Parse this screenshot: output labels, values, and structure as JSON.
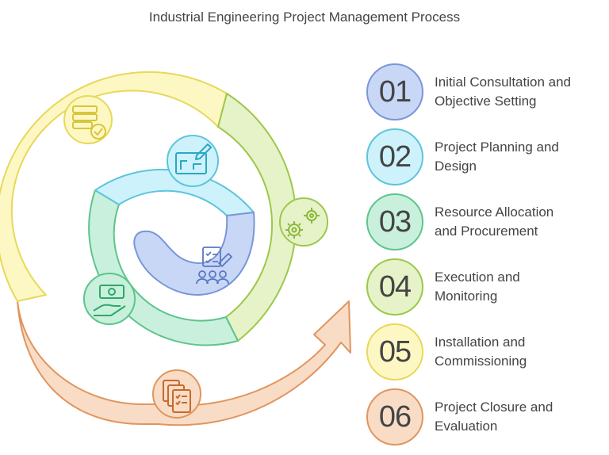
{
  "title": "Industrial Engineering Project Management Process",
  "steps": [
    {
      "number": "01",
      "line1": "Initial Consultation and",
      "line2": "Objective Setting",
      "fill": "#c9d7f6",
      "stroke": "#7a96d8"
    },
    {
      "number": "02",
      "line1": "Project Planning and",
      "line2": "Design",
      "fill": "#cdf2fb",
      "stroke": "#5fc4dc"
    },
    {
      "number": "03",
      "line1": "Resource Allocation",
      "line2": "and Procurement",
      "fill": "#c9f0dc",
      "stroke": "#5ec48c"
    },
    {
      "number": "04",
      "line1": "Execution and",
      "line2": "Monitoring",
      "fill": "#e6f3c8",
      "stroke": "#9cc84a"
    },
    {
      "number": "05",
      "line1": "Installation and",
      "line2": "Commissioning",
      "fill": "#fdf7c3",
      "stroke": "#e8d85a"
    },
    {
      "number": "06",
      "line1": "Project Closure and",
      "line2": "Evaluation",
      "fill": "#f9dcc6",
      "stroke": "#e0955e"
    }
  ],
  "icons": [
    "people-checklist-icon",
    "blueprint-pencil-icon",
    "cash-hand-icon",
    "gears-icon",
    "server-check-icon",
    "documents-checklist-icon"
  ]
}
